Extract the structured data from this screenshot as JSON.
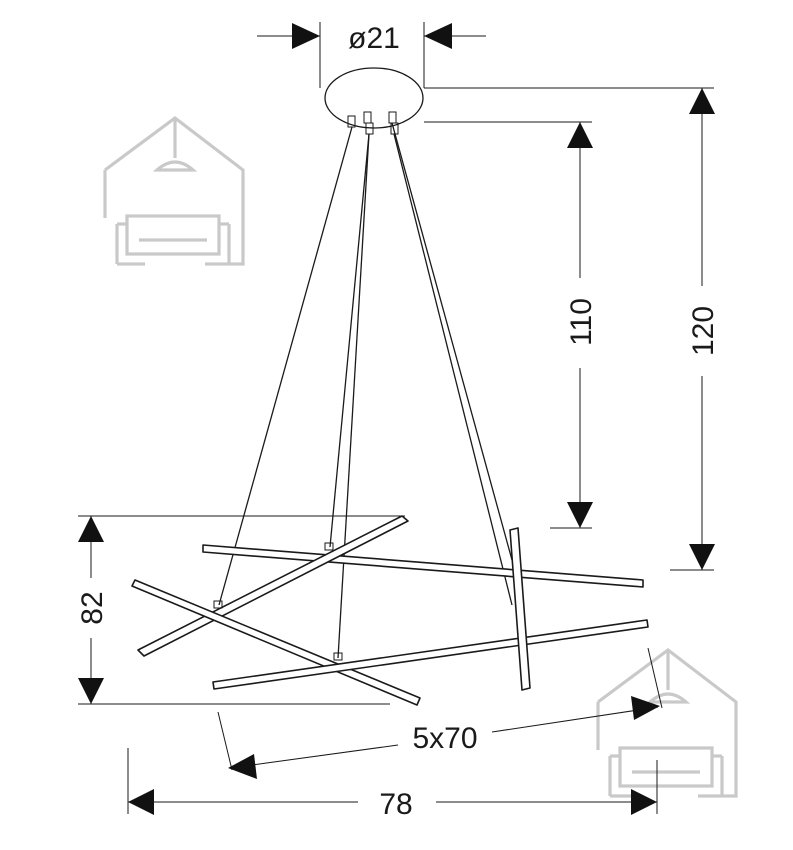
{
  "dimensions": {
    "canopy_diameter": "ø21",
    "suspension_height": "110",
    "total_height": "120",
    "fixture_height": "82",
    "bars": "5x70",
    "overall_width": "78"
  },
  "colors": {
    "line": "#1a1a1a",
    "watermark": "#c9c9c9"
  },
  "icons": {
    "watermark": "house-with-sofa-icon"
  }
}
